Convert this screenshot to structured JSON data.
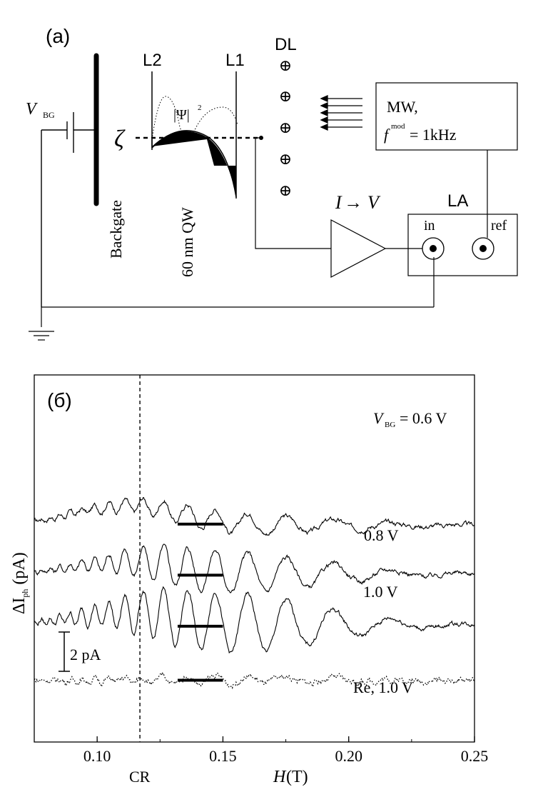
{
  "panel_a": {
    "label": "(a)",
    "lead_left": "L2",
    "lead_right": "L1",
    "dl_label": "DL",
    "vbg_symbol": "V",
    "vbg_sub": "BG",
    "backgate_label": "Backgate",
    "psi_label": "|Ψ|",
    "psi_sup": "2",
    "zeta_label": "ζ",
    "qw_label": "60 nm QW",
    "mw_line1": "MW,",
    "mw_f": "f",
    "mw_sup": "mod",
    "mw_value": " = 1kHz",
    "iv_label": "I",
    "iv_arrow": "→",
    "iv_label2": "V",
    "la_label": "LA",
    "in_label": "in",
    "ref_label": "ref",
    "plus_glyph": "⊕"
  },
  "panel_b": {
    "label": "(б)",
    "ylabel_main": "ΔI",
    "ylabel_sub": "ph",
    "ylabel_unit": " (pA)",
    "xlabel_main": "H",
    "xlabel_unit": "(T)",
    "cr_label": "CR",
    "scale_label": "2 pA",
    "trace_labels": {
      "v06_prefix": "V",
      "v06_sub": "BG",
      "v06_value": " = 0.6 V",
      "v08": "0.8 V",
      "v10": "1.0 V",
      "re10": "Re, 1.0 V"
    }
  },
  "chart_data": {
    "type": "line",
    "xlabel": "H(T)",
    "ylabel": "ΔI_ph (pA)",
    "xlim": [
      0.075,
      0.25
    ],
    "xticks": [
      0.1,
      0.15,
      0.2,
      0.25
    ],
    "tick_labels": [
      "0.10",
      "0.15",
      "0.20",
      "0.25"
    ],
    "cr_marker_x": 0.117,
    "scale_bar_pA": 2,
    "series": [
      {
        "name": "VBG = 0.6 V",
        "style": "solid",
        "offset_pA": 5.2,
        "amp": 0.55,
        "trend_peak_pA": 1.0
      },
      {
        "name": "0.8 V",
        "style": "solid",
        "offset_pA": 2.6,
        "amp": 1.05,
        "trend_peak_pA": 0.6
      },
      {
        "name": "1.0 V",
        "style": "solid",
        "offset_pA": 0.0,
        "amp": 1.55,
        "trend_peak_pA": 0.6
      },
      {
        "name": "Re, 1.0 V",
        "style": "dotted",
        "offset_pA": -3.0,
        "amp": 0.22,
        "trend_peak_pA": 0.0
      }
    ],
    "bar_range": [
      0.132,
      0.15
    ]
  }
}
